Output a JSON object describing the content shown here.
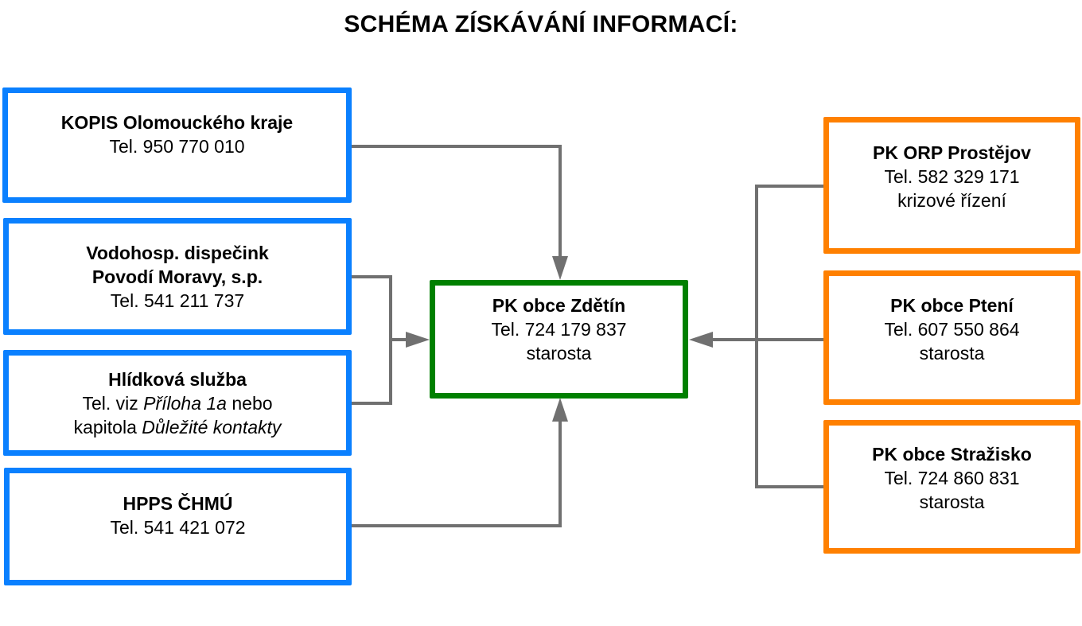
{
  "title": "SCHÉMA ZÍSKÁVÁNÍ INFORMACÍ:",
  "colors": {
    "source": "#0a80ff",
    "center": "#008000",
    "neighbor": "#ff8000",
    "connector": "#707070"
  },
  "sources": [
    {
      "name": "KOPIS Olomouckého kraje",
      "tel": "Tel. 950 770 010"
    },
    {
      "name_line1": "Vodohosp. dispečink",
      "name_line2": "Povodí Moravy, s.p.",
      "tel": "Tel. 541 211 737"
    },
    {
      "name": "Hlídková služba",
      "tel_prefix": "Tel. viz ",
      "tel_italic": "Příloha 1a",
      "tel_suffix": " nebo",
      "line3_prefix": "kapitola ",
      "line3_italic": "Důležité kontakty"
    },
    {
      "name": "HPPS ČHMÚ",
      "tel": "Tel. 541 421 072"
    }
  ],
  "center": {
    "name": "PK obce Zdětín",
    "tel": "Tel. 724 179 837",
    "role": "starosta"
  },
  "neighbors": [
    {
      "name": "PK ORP Prostějov",
      "tel": "Tel. 582 329 171",
      "role": "krizové řízení"
    },
    {
      "name": "PK obce Ptení",
      "tel": "Tel. 607 550 864",
      "role": "starosta"
    },
    {
      "name": "PK obce Stražisko",
      "tel": "Tel. 724 860 831",
      "role": "starosta"
    }
  ]
}
